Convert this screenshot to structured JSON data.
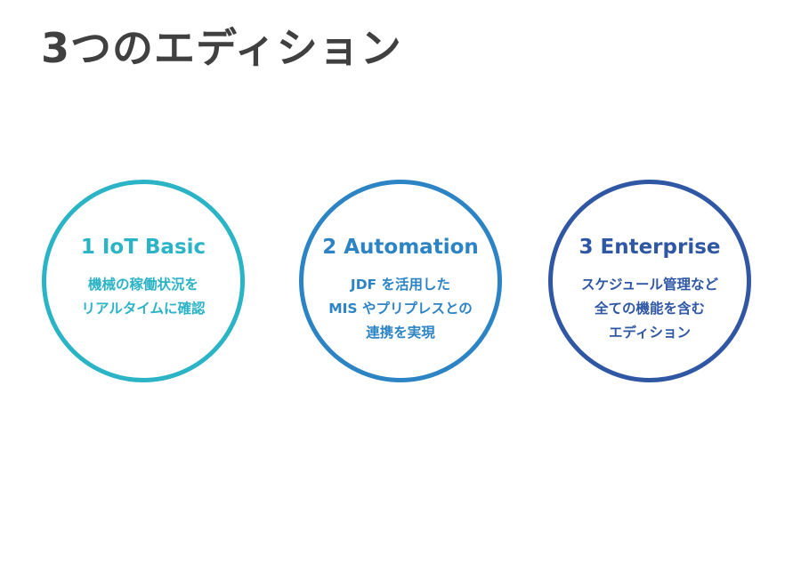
{
  "title": "3つのエディション",
  "editions": [
    {
      "number": "1",
      "name": "IoT Basic",
      "color": "#2bb3c6",
      "lines": [
        "機械の稼働状況を",
        "リアルタイムに確認"
      ]
    },
    {
      "number": "2",
      "name": "Automation",
      "color": "#2d84c4",
      "lines": [
        "JDF を活用した",
        "MIS やプリプレスとの",
        "連携を実現"
      ]
    },
    {
      "number": "3",
      "name": "Enterprise",
      "color": "#2f57a4",
      "lines": [
        "スケジュール管理など",
        "全ての機能を含む",
        "エディション"
      ]
    }
  ]
}
